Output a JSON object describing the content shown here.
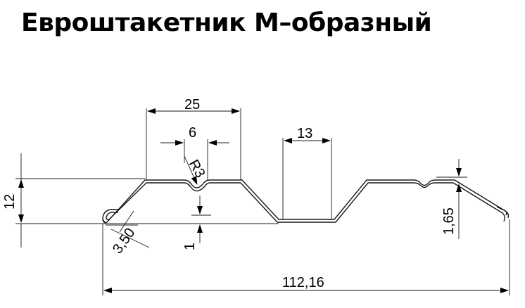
{
  "title": "Евроштакетник М–образный",
  "dimensions": {
    "width_top": "25",
    "groove_width": "6",
    "radius": "R3",
    "channel_width": "13",
    "height": "12",
    "edge_fold": "3,50",
    "step": "1",
    "right_fold": "1,65",
    "total_width": "112,16"
  }
}
